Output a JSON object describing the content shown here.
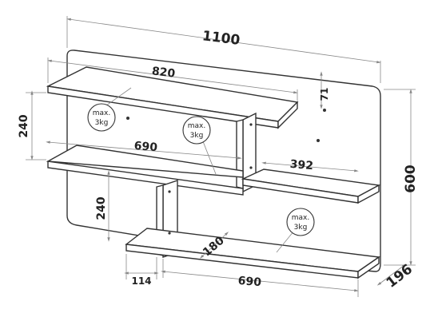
{
  "dimensions": {
    "overall_width": "1100",
    "top_shelf_width": "820",
    "top_shelf_thickness": "71",
    "top_gap": "240",
    "middle_shelf_width": "690",
    "right_shelf_width": "392",
    "height": "600",
    "lower_gap": "240",
    "depth": "180",
    "bottom_offset": "114",
    "bottom_shelf_width": "690",
    "overall_depth": "196"
  },
  "load_badges": [
    {
      "line1": "max.",
      "line2": "3kg"
    },
    {
      "line1": "max.",
      "line2": "3kg"
    },
    {
      "line1": "max.",
      "line2": "3kg"
    }
  ]
}
